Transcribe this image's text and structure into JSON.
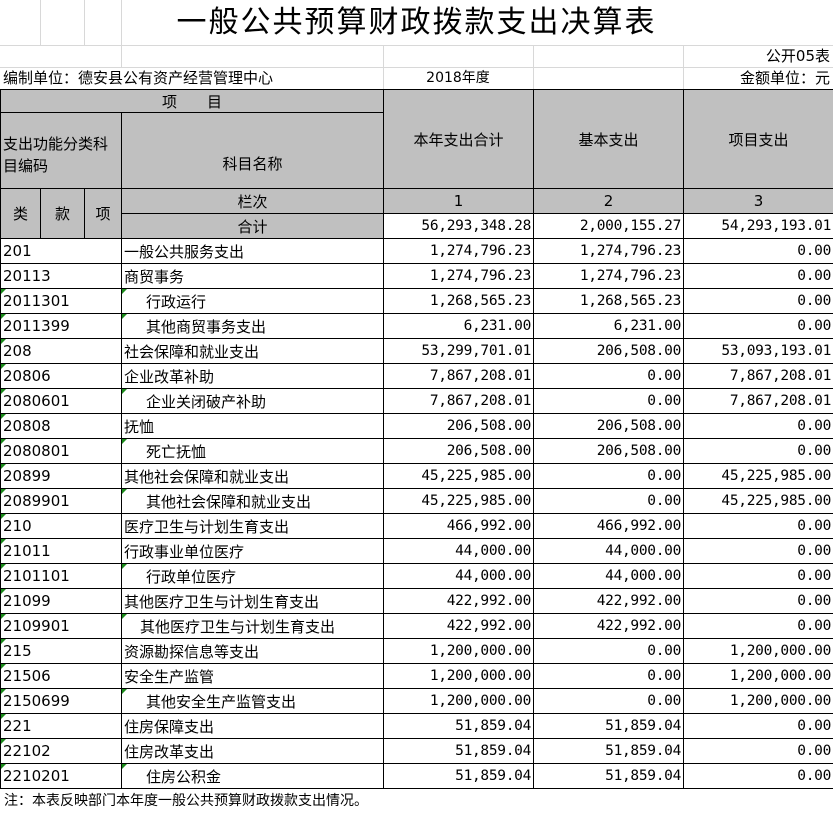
{
  "title": "一般公共预算财政拨款支出决算表",
  "form_no": "公开05表",
  "unit": "编制单位：德安县公有资产经营管理中心",
  "year": "2018年度",
  "currency": "金额单位：元",
  "headers": {
    "item": "项　　目",
    "code": "支出功能分类科目编码",
    "name": "科目名称",
    "total": "本年支出合计",
    "basic": "基本支出",
    "project": "项目支出",
    "lei": "类",
    "kuan": "款",
    "xiang": "项",
    "col_order": "栏次",
    "c1": "1",
    "c2": "2",
    "c3": "3",
    "sum": "合计"
  },
  "sum": {
    "total": "56,293,348.28",
    "basic": "2,000,155.27",
    "project": "54,293,193.01"
  },
  "rows": [
    {
      "code": "201",
      "name": "一般公共服务支出",
      "total": "1,274,796.23",
      "basic": "1,274,796.23",
      "project": "0.00",
      "lvl": 0
    },
    {
      "code": "20113",
      "name": "商贸事务",
      "total": "1,274,796.23",
      "basic": "1,274,796.23",
      "project": "0.00",
      "lvl": 0
    },
    {
      "code": "2011301",
      "name": "行政运行",
      "total": "1,268,565.23",
      "basic": "1,268,565.23",
      "project": "0.00",
      "lvl": 1
    },
    {
      "code": "2011399",
      "name": "其他商贸事务支出",
      "total": "6,231.00",
      "basic": "6,231.00",
      "project": "0.00",
      "lvl": 1
    },
    {
      "code": "208",
      "name": "社会保障和就业支出",
      "total": "53,299,701.01",
      "basic": "206,508.00",
      "project": "53,093,193.01",
      "lvl": 0
    },
    {
      "code": "20806",
      "name": "企业改革补助",
      "total": "7,867,208.01",
      "basic": "0.00",
      "project": "7,867,208.01",
      "lvl": 0
    },
    {
      "code": "2080601",
      "name": "企业关闭破产补助",
      "total": "7,867,208.01",
      "basic": "0.00",
      "project": "7,867,208.01",
      "lvl": 1
    },
    {
      "code": "20808",
      "name": "抚恤",
      "total": "206,508.00",
      "basic": "206,508.00",
      "project": "0.00",
      "lvl": 0
    },
    {
      "code": "2080801",
      "name": "死亡抚恤",
      "total": "206,508.00",
      "basic": "206,508.00",
      "project": "0.00",
      "lvl": 1
    },
    {
      "code": "20899",
      "name": "其他社会保障和就业支出",
      "total": "45,225,985.00",
      "basic": "0.00",
      "project": "45,225,985.00",
      "lvl": 0
    },
    {
      "code": "2089901",
      "name": "其他社会保障和就业支出",
      "total": "45,225,985.00",
      "basic": "0.00",
      "project": "45,225,985.00",
      "lvl": 1
    },
    {
      "code": "210",
      "name": "医疗卫生与计划生育支出",
      "total": "466,992.00",
      "basic": "466,992.00",
      "project": "0.00",
      "lvl": 0
    },
    {
      "code": "21011",
      "name": "行政事业单位医疗",
      "total": "44,000.00",
      "basic": "44,000.00",
      "project": "0.00",
      "lvl": 0
    },
    {
      "code": "2101101",
      "name": "行政单位医疗",
      "total": "44,000.00",
      "basic": "44,000.00",
      "project": "0.00",
      "lvl": 1
    },
    {
      "code": "21099",
      "name": "其他医疗卫生与计划生育支出",
      "total": "422,992.00",
      "basic": "422,992.00",
      "project": "0.00",
      "lvl": 0
    },
    {
      "code": "2109901",
      "name": "其他医疗卫生与计划生育支出",
      "total": "422,992.00",
      "basic": "422,992.00",
      "project": "0.00",
      "lvl": 2
    },
    {
      "code": "215",
      "name": "资源勘探信息等支出",
      "total": "1,200,000.00",
      "basic": "0.00",
      "project": "1,200,000.00",
      "lvl": 0
    },
    {
      "code": "21506",
      "name": "安全生产监管",
      "total": "1,200,000.00",
      "basic": "0.00",
      "project": "1,200,000.00",
      "lvl": 0
    },
    {
      "code": "2150699",
      "name": "其他安全生产监管支出",
      "total": "1,200,000.00",
      "basic": "0.00",
      "project": "1,200,000.00",
      "lvl": 1
    },
    {
      "code": "221",
      "name": "住房保障支出",
      "total": "51,859.04",
      "basic": "51,859.04",
      "project": "0.00",
      "lvl": 0
    },
    {
      "code": "22102",
      "name": "住房改革支出",
      "total": "51,859.04",
      "basic": "51,859.04",
      "project": "0.00",
      "lvl": 0
    },
    {
      "code": "2210201",
      "name": "住房公积金",
      "total": "51,859.04",
      "basic": "51,859.04",
      "project": "0.00",
      "lvl": 1
    }
  ],
  "note": "注：本表反映部门本年度一般公共预算财政拨款支出情况。"
}
